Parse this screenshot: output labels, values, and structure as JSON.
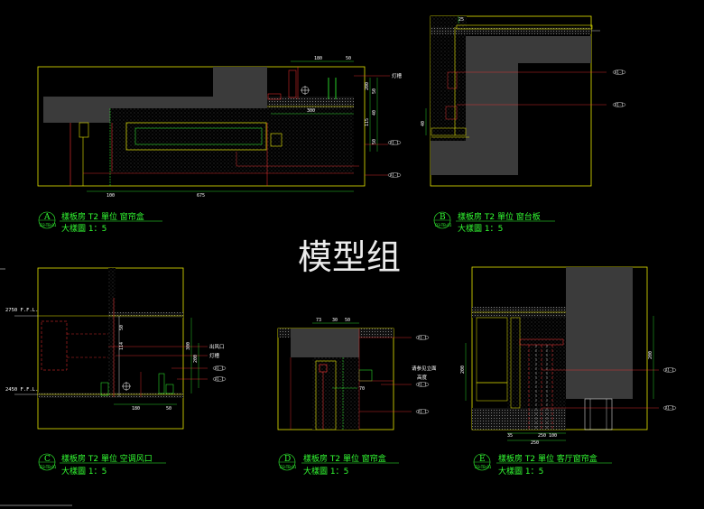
{
  "watermark": "模型组",
  "details": {
    "A": {
      "letter": "A",
      "ref": "D3-TB-01",
      "title": "樣板房 T2 單位 窗帘盒",
      "scale": "大樣圖 1：5",
      "dims": [
        "180",
        "50",
        "300",
        "200",
        "115",
        "50",
        "40",
        "50",
        "100",
        "675"
      ],
      "notes": [
        "灯槽"
      ],
      "tags": [
        "A1-1",
        "A1-1",
        "A1-1"
      ]
    },
    "B": {
      "letter": "B",
      "ref": "D3-TB-01",
      "title": "樣板房 T2 單位 窗台板",
      "scale": "大樣圖 1：5",
      "dims": [
        "25",
        "40"
      ],
      "tags": [
        "A1-1",
        "A1-1"
      ]
    },
    "C": {
      "letter": "C",
      "ref": "D3-TB-01",
      "title": "樣板房 T2 單位 空调风口",
      "scale": "大樣圖 1：5",
      "dims": [
        "300",
        "200",
        "114",
        "50",
        "180",
        "50"
      ],
      "levels": [
        "2750 F.F.L.",
        "2450 F.F.L."
      ],
      "notes": [
        "出风口",
        "灯槽"
      ],
      "tags": [
        "A1-1",
        "A1-1"
      ]
    },
    "D": {
      "letter": "D",
      "ref": "D3-TB-01",
      "title": "樣板房 T2 單位 窗帘盒",
      "scale": "大樣圖 1：5",
      "dims": [
        "73",
        "30",
        "50",
        "70"
      ],
      "notes": [
        "请参见立面",
        "高度"
      ],
      "tags": [
        "A1-1",
        "A1-1",
        "A1-1"
      ]
    },
    "E": {
      "letter": "E",
      "ref": "D3-TB-01",
      "title": "樣板房 T2 單位 客厅窗帘盒",
      "scale": "大樣圖 1：5",
      "dims": [
        "200",
        "200",
        "35",
        "250",
        "100",
        "250"
      ],
      "tags": [
        "A1-1",
        "A1-1"
      ]
    }
  }
}
